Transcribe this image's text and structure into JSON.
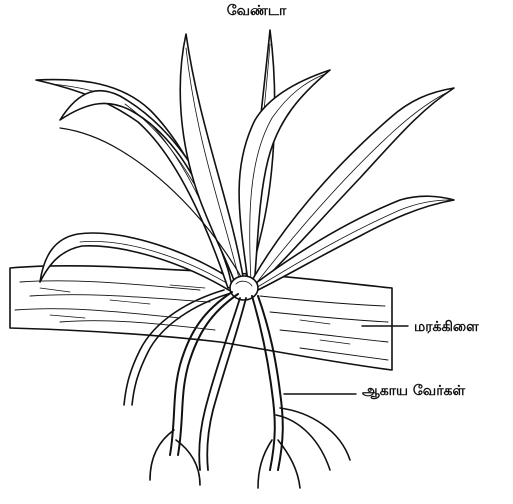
{
  "diagram": {
    "title": "வேண்டா",
    "labels": {
      "branch": "மரக்கிளை",
      "aerial_roots": "ஆகாய வேர்கள்"
    }
  },
  "colors": {
    "ink": "#111111",
    "background": "#ffffff"
  }
}
